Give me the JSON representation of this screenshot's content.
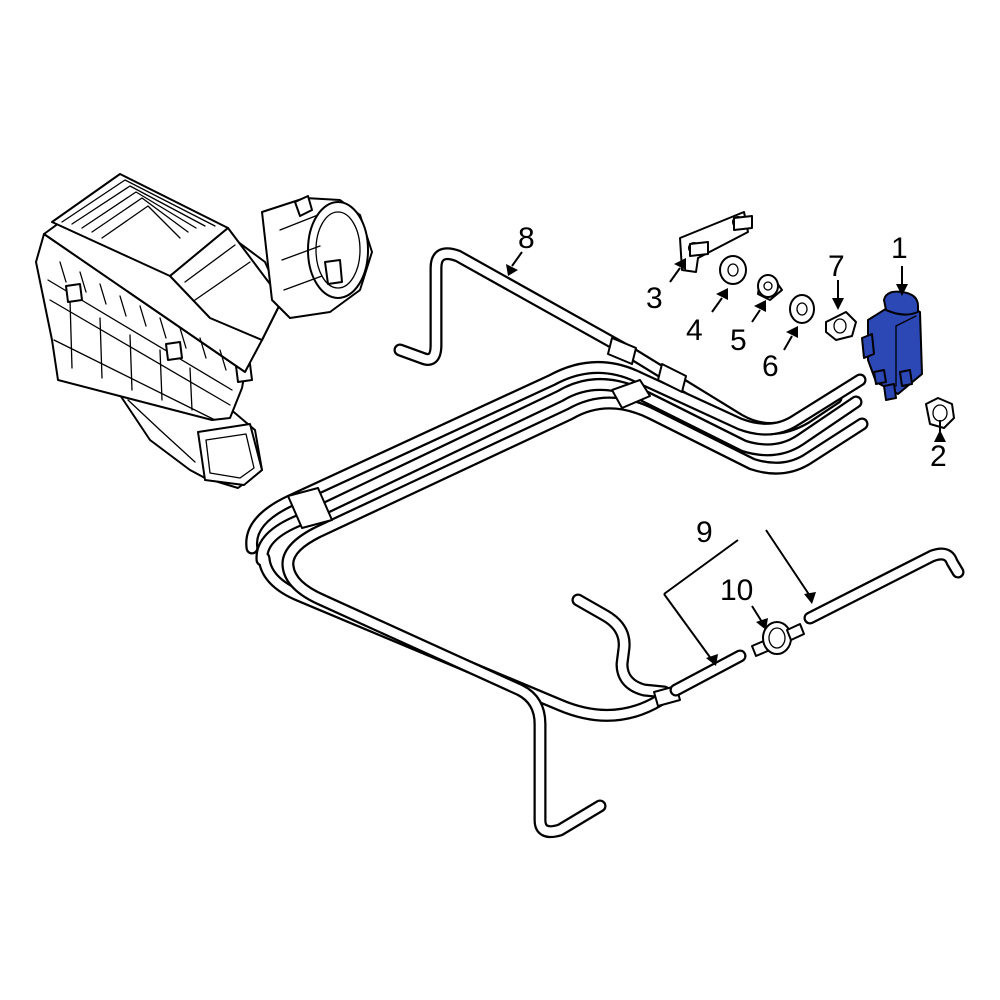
{
  "diagram": {
    "highlight_color": "#2b48b5",
    "line_color": "#000000",
    "background": "#ffffff",
    "callouts": [
      {
        "id": "c1",
        "label": "1"
      },
      {
        "id": "c2",
        "label": "2"
      },
      {
        "id": "c3",
        "label": "3"
      },
      {
        "id": "c4",
        "label": "4"
      },
      {
        "id": "c5",
        "label": "5"
      },
      {
        "id": "c6",
        "label": "6"
      },
      {
        "id": "c7",
        "label": "7"
      },
      {
        "id": "c8",
        "label": "8"
      },
      {
        "id": "c9",
        "label": "9"
      },
      {
        "id": "c10",
        "label": "10"
      }
    ]
  }
}
